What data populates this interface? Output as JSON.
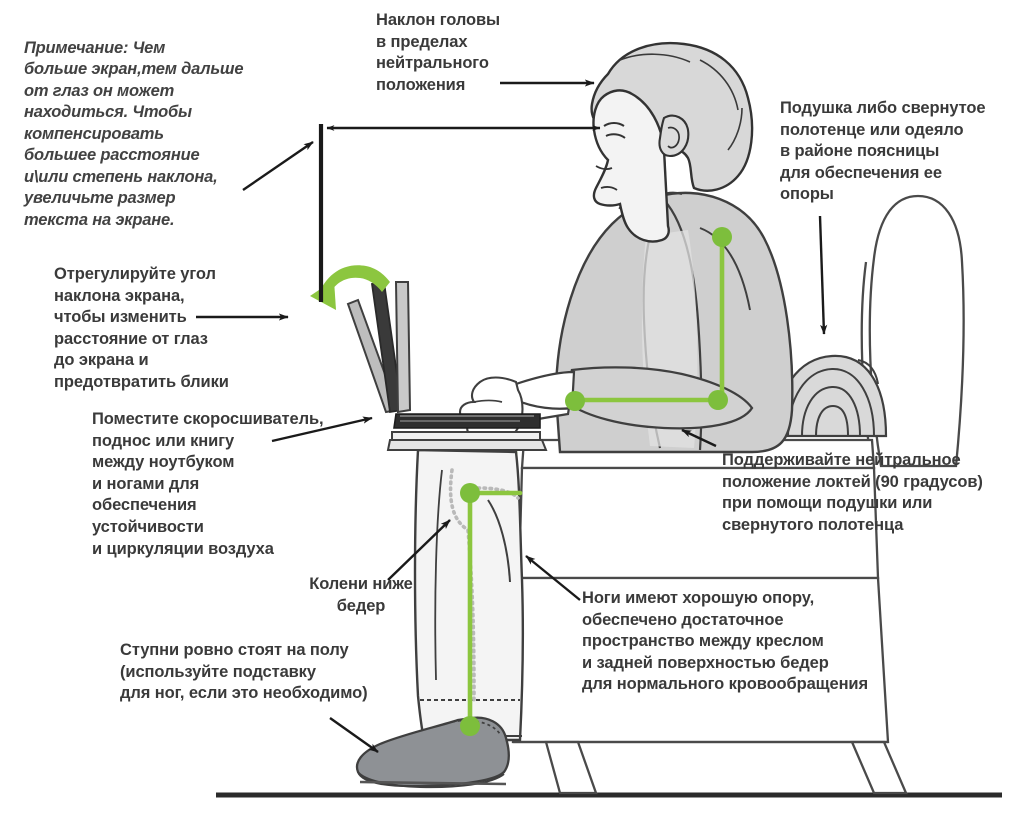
{
  "diagram": {
    "title": "Правильная эргономичная поза при работе с ноутбуком",
    "language": "ru",
    "colors": {
      "accent_green": "#8CC63F",
      "accent_green_dark": "#6FA832",
      "text": "#3a3a3a",
      "outline": "#3c3c3c",
      "body_fill": "#d8d8d8",
      "shirt_fill": "#c9c9c9",
      "pants_fill": "#f2f2f2",
      "shoe_fill": "#8f9296",
      "chair_fill": "#ffffff",
      "background": "#ffffff"
    }
  },
  "notes": {
    "screen_size": "Примечание: Чем\nбольше экран,тем дальше\nот глаз он может\nнаходиться. Чтобы\nкомпенсировать\nбольшее расстояние\nи\\или степень наклона,\nувеличьте размер\nтекста на экране.",
    "head_tilt": "Наклон головы\nв пределах\nнейтрального\nположения",
    "lumbar_support": "Подушка либо свернутое\nполотенце или одеяло\nв районе поясницы\nдля обеспечения ее\nопоры",
    "screen_angle": "Отрегулируйте угол\nнаклона экрана,\nчтобы изменить\nрасстояние от глаз\nдо экрана и\nпредотвратить блики",
    "laptop_stand": "Поместите скоросшиватель,\nподнос или книгу\nмежду ноутбуком\nи ногами для\nобеспечения\nустойчивости\nи циркуляции воздуха",
    "knees": "Колени ниже\nбедер",
    "feet": "Ступни ровно стоят на полу\n(используйте подставку\nдля ног, если это необходимо)",
    "elbows": "Поддерживайте нейтральное\nположение локтей (90 градусов)\nпри помощи подушки или\nсвернутого полотенца",
    "legs": "Ноги имеют хорошую опору,\nобеспечено достаточное\nпространство между креслом\nи задней поверхностью бедер\nдля нормального кровообращения"
  },
  "figure_parts": {
    "person": "seated-person-side-view",
    "laptop": "open-laptop",
    "chair": "armchair",
    "lumbar_roll": "rolled-towel",
    "floor": "floor-line",
    "footwear": "shoe",
    "joint_markers": [
      "shoulder",
      "elbow",
      "hip",
      "knee",
      "ankle"
    ],
    "green_highlights": [
      "spine-line",
      "arm-line",
      "leg-line",
      "thigh-wedge",
      "lap-support"
    ],
    "arrows": [
      "head-tilt-arrow",
      "screen-size-arrow",
      "screen-angle-arrow",
      "laptop-stand-arrow",
      "lumbar-arrow",
      "elbow-arrow",
      "legs-arrow",
      "knees-arrow",
      "feet-arrow",
      "rotate-screen-arrow"
    ],
    "dimension_line": "eye-to-screen-distance"
  }
}
